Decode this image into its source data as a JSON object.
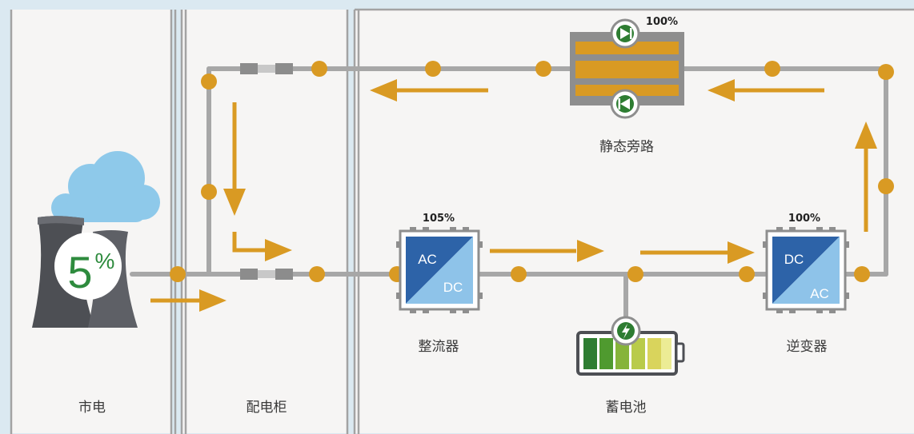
{
  "sections": {
    "grid": "市电",
    "distribution": "配电柜",
    "rectifier": "整流器",
    "battery": "蓄电池",
    "inverter": "逆变器",
    "bypass": "静态旁路"
  },
  "percentages": {
    "grid_load": "5",
    "grid_load_unit": "%",
    "rectifier": "105%",
    "inverter": "100%",
    "bypass": "100%"
  },
  "converter_labels": {
    "rectifier_in": "AC",
    "rectifier_out": "DC",
    "inverter_in": "DC",
    "inverter_out": "AC"
  },
  "colors": {
    "background": "#dbe9f1",
    "panel": "#f6f5f4",
    "panel_border": "#a3a3a3",
    "wire": "#a7a7a7",
    "flow": "#d99a23",
    "converter_dark": "#2d63a8",
    "converter_light": "#8ec3e9",
    "battery_green": "#2e7d32",
    "cloud": "#8ec9ea",
    "plant": "#4d4f54",
    "bypass_fill": "#d99a23"
  },
  "icons": {
    "plant": "power-plant-icon",
    "cloud": "cloud-icon",
    "battery": "battery-icon",
    "lightning": "lightning-icon",
    "diode": "diode-icon"
  }
}
